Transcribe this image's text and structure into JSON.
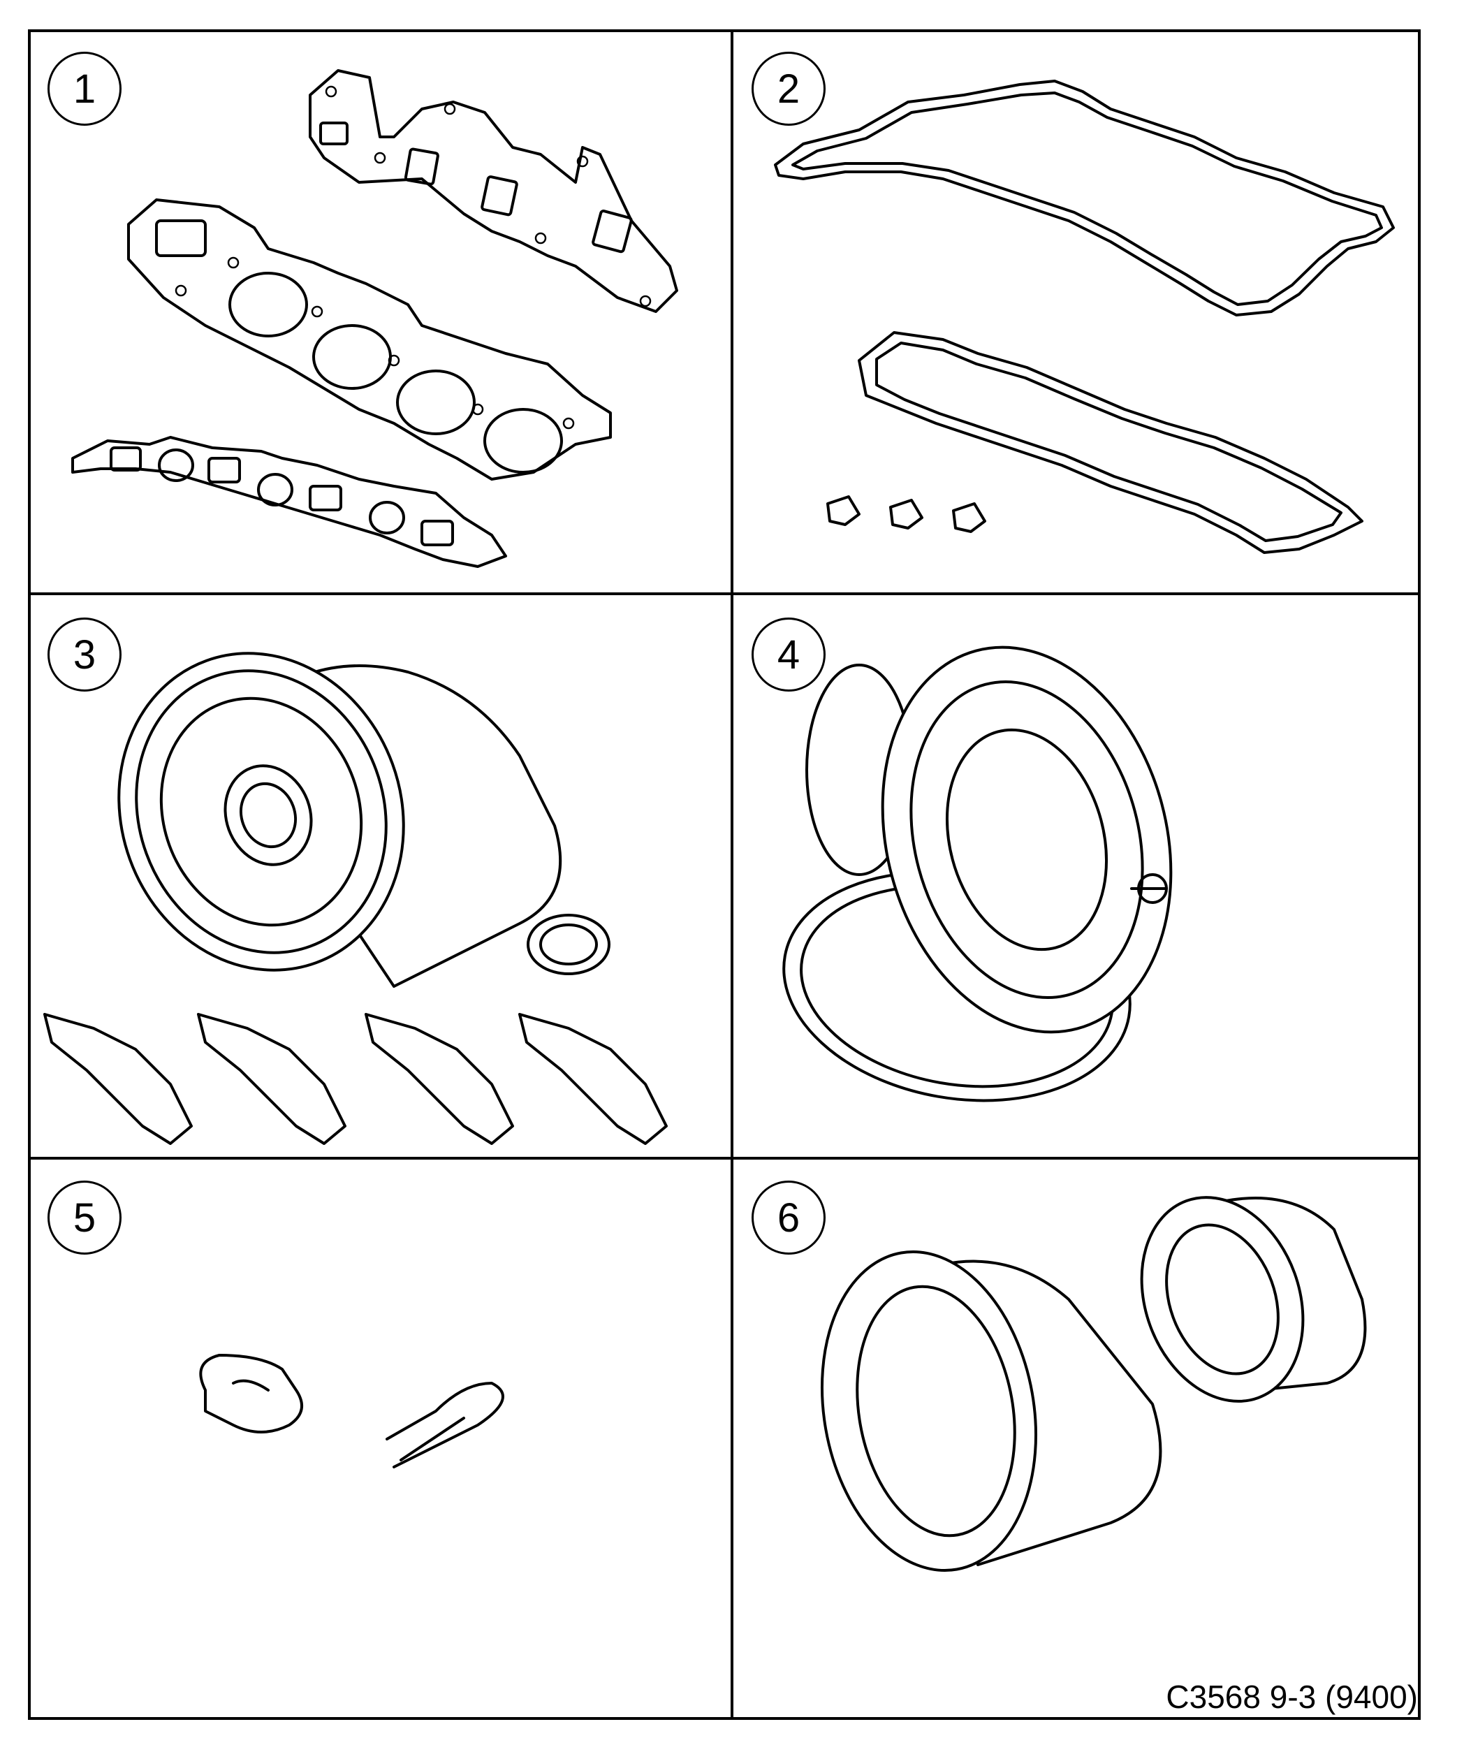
{
  "panels": [
    {
      "number": "1",
      "icon": "gasket-set-icon"
    },
    {
      "number": "2",
      "icon": "sump-gasket-icon"
    },
    {
      "number": "3",
      "icon": "oil-filter-spark-plugs-icon"
    },
    {
      "number": "4",
      "icon": "thermostat-icon"
    },
    {
      "number": "5",
      "icon": "clips-icon"
    },
    {
      "number": "6",
      "icon": "gears-icon"
    }
  ],
  "reference": "C3568 9-3 (9400)"
}
